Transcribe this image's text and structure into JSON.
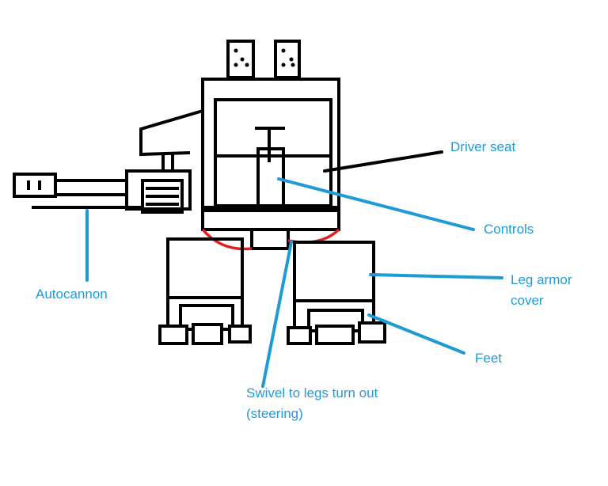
{
  "labels": {
    "driver_seat": "Driver seat",
    "controls": "Controls",
    "leg_armor_line1": "Leg armor",
    "leg_armor_line2": "cover",
    "autocannon": "Autocannon",
    "feet": "Feet",
    "swivel_line1": "Swivel to legs turn out",
    "swivel_line2": "(steering)"
  },
  "colors": {
    "label": "#1e9bd7",
    "pointer": "#1e9bd7",
    "swivel_arc": "#e02020",
    "outline": "#000000"
  }
}
